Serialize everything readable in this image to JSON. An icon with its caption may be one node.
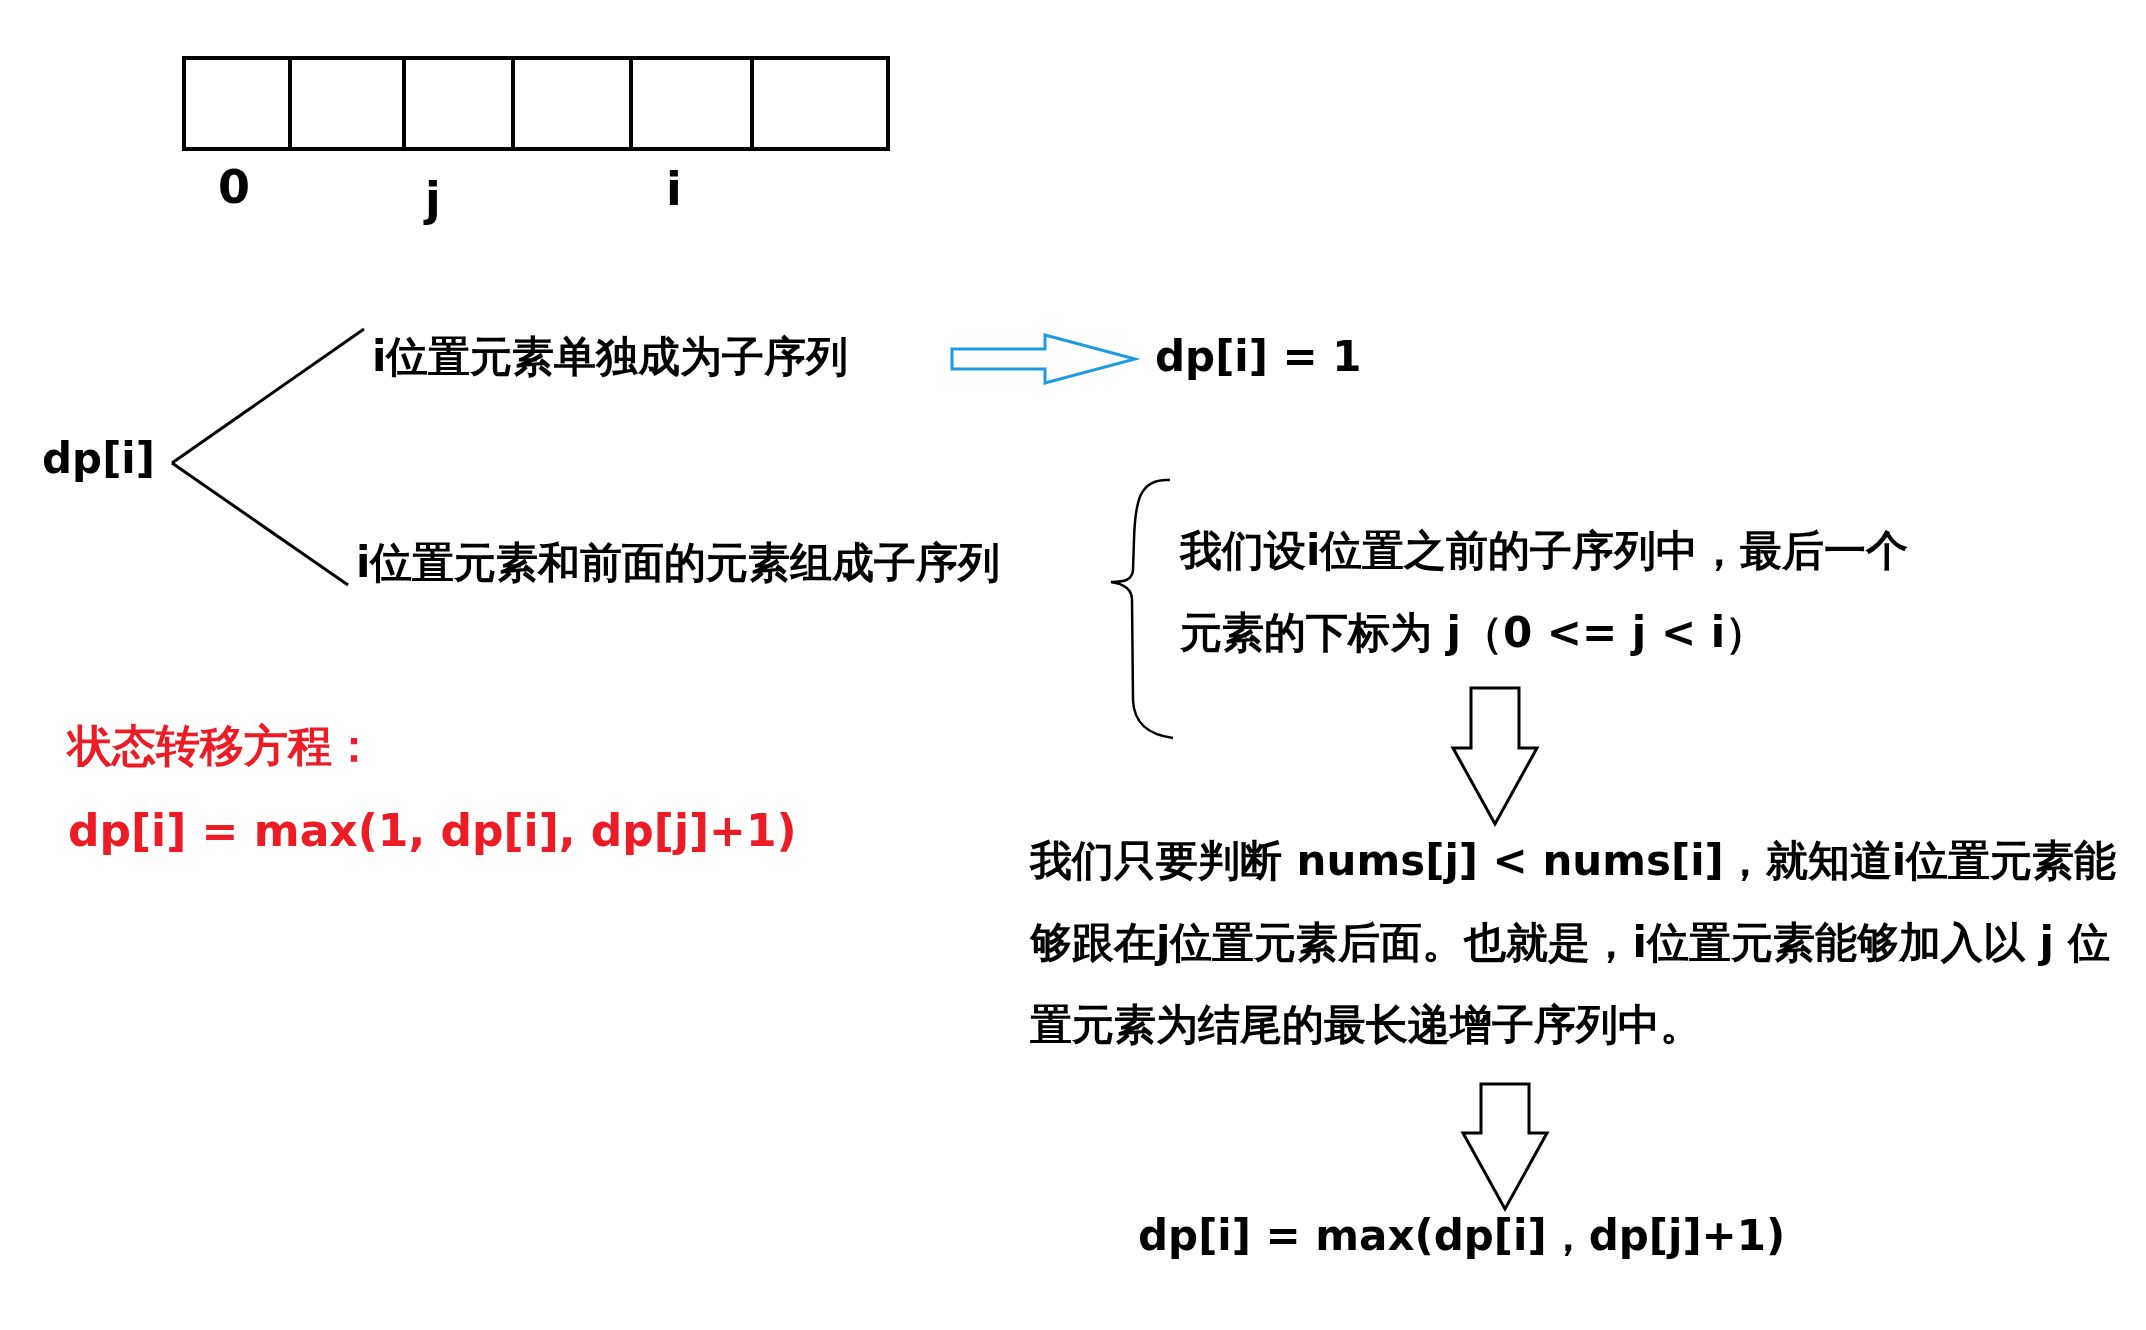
{
  "diagram": {
    "nodes": [
      {
        "text": [],
        "shape": "box"
      },
      {
        "text": [],
        "shape": "box"
      },
      {
        "text": [],
        "shape": "box"
      },
      {
        "text": [],
        "shape": "box"
      },
      {
        "text": [],
        "shape": "box"
      },
      {
        "text": [],
        "shape": "box"
      },
      {
        "text": [
          "dp[i]"
        ]
      },
      {
        "text": [
          "i位置元素单独成为子序列"
        ]
      },
      {
        "text": [
          "dp[i] = 1"
        ]
      },
      {
        "text": [
          "i位置元素和前面的元素组成子序列"
        ]
      },
      {
        "text": [
          "我们设i位置之前的子序列中，最后一个元素的下标为 j（0 <= j < i）"
        ]
      },
      {
        "text": [
          "我们只要判断 nums[j] < nums[i]，就知道i位置元素能够跟在j位置元素后面。也就是，i位置元素能够加入以 j 位置元素为结尾的最长递增子序列中。"
        ]
      },
      {
        "text": [
          "dp[i] = max(dp[i]，dp[j]+1)"
        ]
      }
    ],
    "edges": [
      {
        "from": 6,
        "to": 7,
        "arrow": "none"
      },
      {
        "from": 6,
        "to": 9,
        "arrow": "none"
      },
      {
        "from": 7,
        "to": 8,
        "arrow": "to",
        "color": "#1e9be0"
      },
      {
        "from": 10,
        "to": 11,
        "arrow": "to"
      },
      {
        "from": 11,
        "to": 12,
        "arrow": "to"
      }
    ],
    "labels": [
      "0",
      "j",
      "i",
      "状态转移方程：",
      "dp[i] = max(1, dp[i], dp[j]+1)"
    ]
  }
}
